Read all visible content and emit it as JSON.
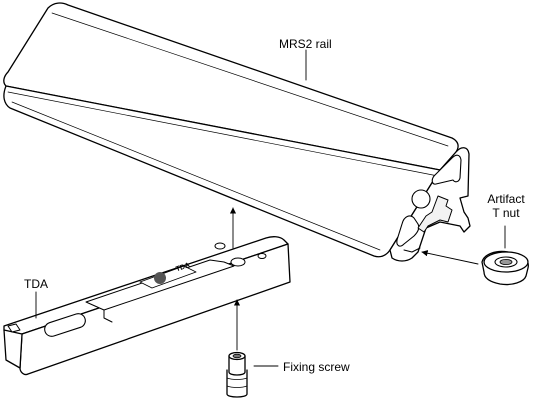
{
  "labels": {
    "rail": "MRS2 rail",
    "tnut_line1": "Artifact",
    "tnut_line2": "T nut",
    "tda": "TDA",
    "screw": "Fixing screw",
    "tda_marking": "TDA"
  },
  "colors": {
    "stroke": "#000000",
    "fill": "#ffffff",
    "shade": "#f2f2f2"
  }
}
